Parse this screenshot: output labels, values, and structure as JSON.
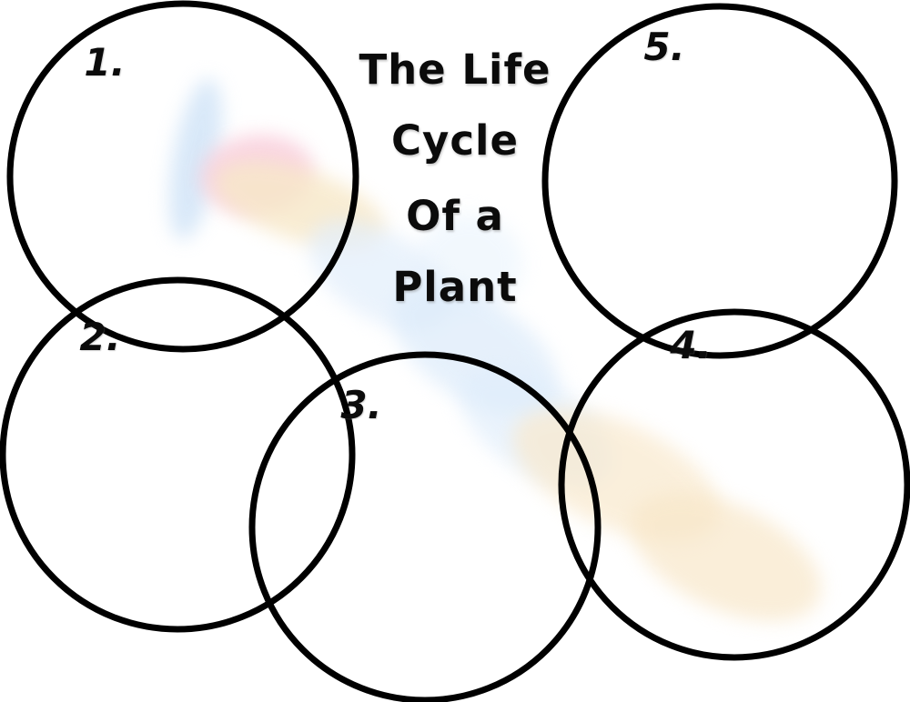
{
  "title": {
    "lines": [
      "The Life",
      "Cycle",
      "Of a",
      "Plant"
    ],
    "full_text": "The Life Cycle Of a Plant"
  },
  "circles": [
    {
      "label": "1."
    },
    {
      "label": "2."
    },
    {
      "label": "3."
    },
    {
      "label": "4."
    },
    {
      "label": "5."
    }
  ],
  "colors": {
    "background": "#ffffff",
    "ink": "#000000",
    "text": "#0b0b0b",
    "watermark_blue": "#cfe3f7",
    "watermark_pink": "#f9cfdc",
    "watermark_yellow": "#f7e8c8",
    "watermark_orange": "#f9e9cd"
  }
}
